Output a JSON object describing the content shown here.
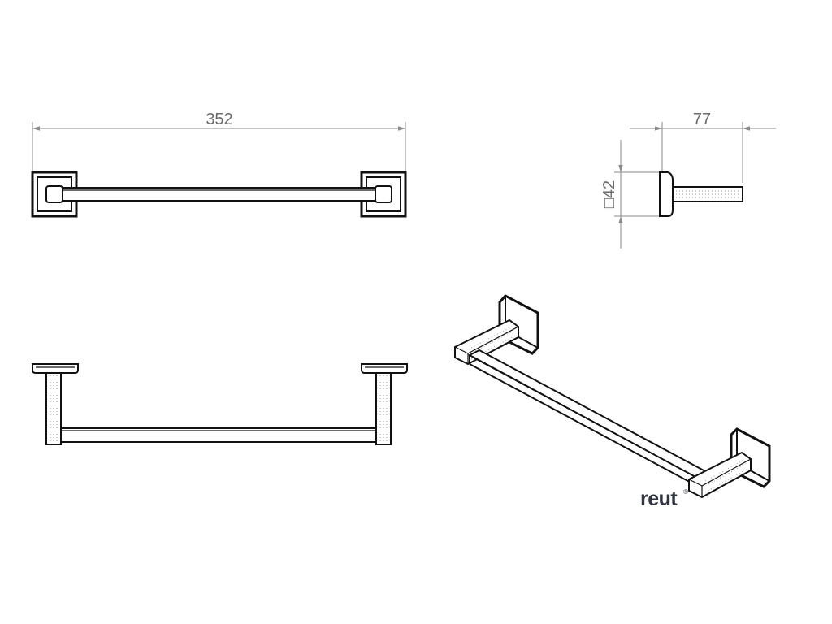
{
  "drawing": {
    "dimensions": {
      "overall_length": "352",
      "depth": "77",
      "base_size": "□42"
    },
    "brand": {
      "name": "reut",
      "mark": "®"
    },
    "colors": {
      "line": "#111111",
      "dimension": "#8a8a8a",
      "dimension_text": "#6b6b6b",
      "brand": "#2f3440"
    }
  }
}
